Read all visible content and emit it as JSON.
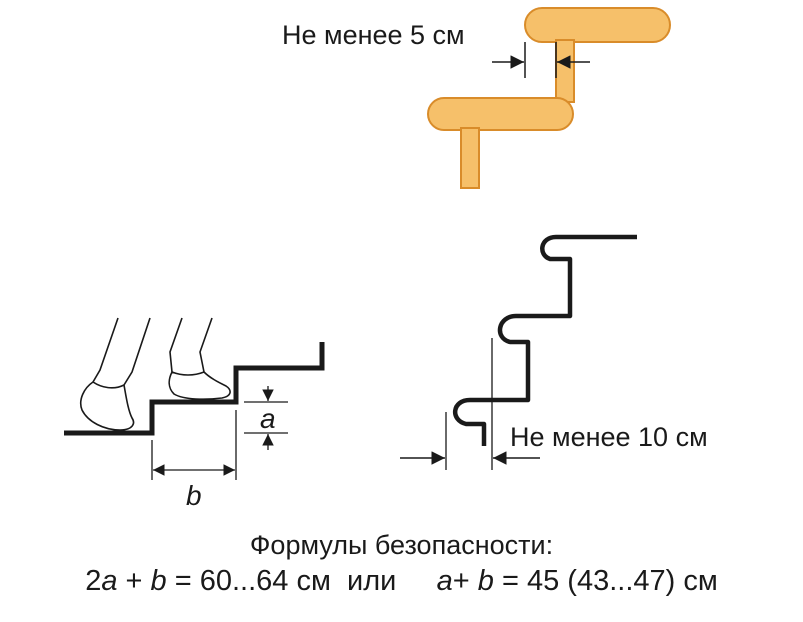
{
  "labels": {
    "overhang_min": "Не менее 5 см",
    "riser_offset_min": "Не менее 10 см",
    "var_a": "a",
    "var_b": "b"
  },
  "formulas": {
    "title": "Формулы безопасности:",
    "f1_coef": "2",
    "f1_a": "a",
    "f1_plus": " + ",
    "f1_b": "b",
    "f1_rest": " = 60...64 см  или     ",
    "f2_a": "a",
    "f2_plus": "+ ",
    "f2_b": "b",
    "f2_rest": " = 45 (43...47) см"
  },
  "colors": {
    "tread_fill": "#f6c06a",
    "tread_stroke": "#d98c2a",
    "line": "#1a1a1a"
  }
}
